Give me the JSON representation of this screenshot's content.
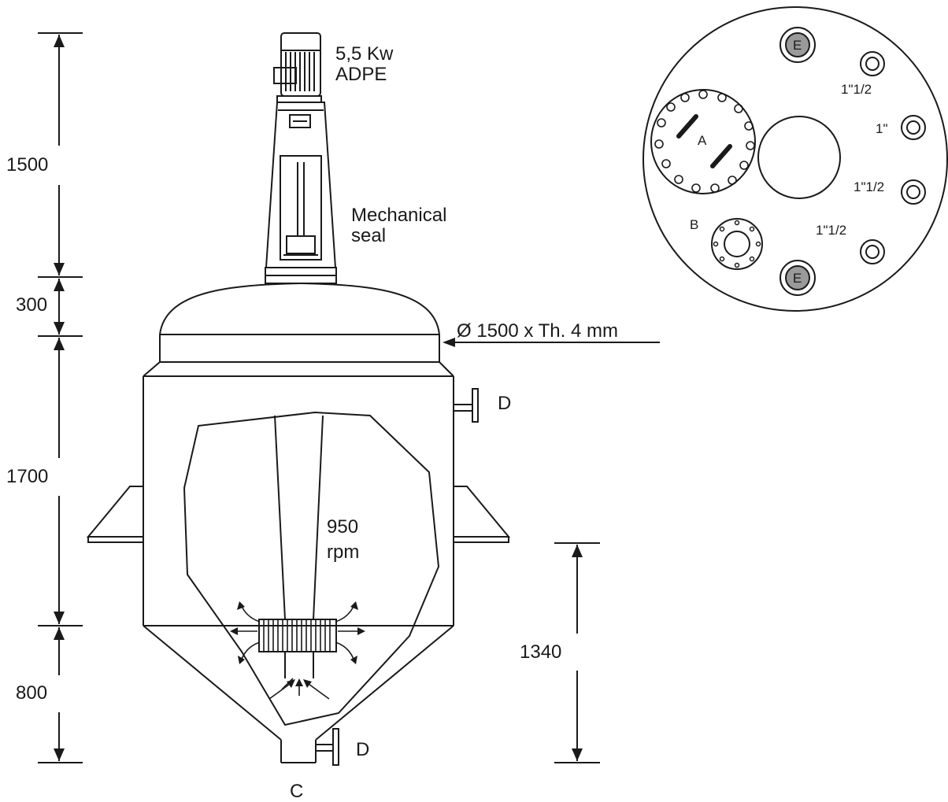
{
  "dimensions": {
    "d1500": "1500",
    "d300": "300",
    "d1700": "1700",
    "d800": "800",
    "d1340": "1340"
  },
  "labels": {
    "motor_power": "5,5 Kw",
    "motor_type": "ADPE",
    "seal_line1": "Mechanical",
    "seal_line2": "seal",
    "shell_spec": "Ø 1500 x Th. 4 mm",
    "speed_value": "950",
    "speed_unit": "rpm",
    "nozzle_d_side": "D",
    "nozzle_d_bottom": "D",
    "outlet_c": "C"
  },
  "top_view": {
    "manway": "A",
    "port_b": "B",
    "port_e_top": "E",
    "port_e_bottom": "E",
    "size_1": "1\"1/2",
    "size_2": "1\"",
    "size_3": "1\"1/2",
    "size_4": "1\"1/2"
  },
  "colors": {
    "line": "#1a1a1a",
    "port_fill": "#9a9a9a"
  }
}
